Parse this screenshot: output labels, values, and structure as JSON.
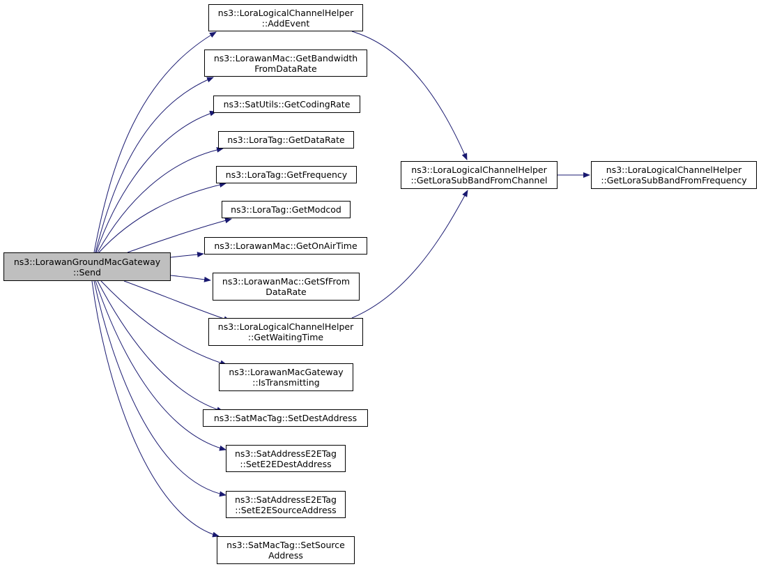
{
  "colors": {
    "edge": "#191970",
    "root_fill": "#bfbfbf",
    "node_fill": "#ffffff",
    "border": "#000000"
  },
  "nodes": [
    {
      "id": "root",
      "lines": [
        "ns3::LorawanGroundMacGateway",
        "::Send"
      ],
      "root": true
    },
    {
      "id": "add_event",
      "lines": [
        "ns3::LoraLogicalChannelHelper",
        "::AddEvent"
      ]
    },
    {
      "id": "get_bandwidth",
      "lines": [
        "ns3::LorawanMac::GetBandwidth",
        "FromDataRate"
      ]
    },
    {
      "id": "get_coding_rate",
      "lines": [
        "ns3::SatUtils::GetCodingRate"
      ]
    },
    {
      "id": "get_data_rate",
      "lines": [
        "ns3::LoraTag::GetDataRate"
      ]
    },
    {
      "id": "get_frequency",
      "lines": [
        "ns3::LoraTag::GetFrequency"
      ]
    },
    {
      "id": "get_modcod",
      "lines": [
        "ns3::LoraTag::GetModcod"
      ]
    },
    {
      "id": "get_on_air_time",
      "lines": [
        "ns3::LorawanMac::GetOnAirTime"
      ]
    },
    {
      "id": "get_sf",
      "lines": [
        "ns3::LorawanMac::GetSfFrom",
        "DataRate"
      ]
    },
    {
      "id": "get_waiting_time",
      "lines": [
        "ns3::LoraLogicalChannelHelper",
        "::GetWaitingTime"
      ]
    },
    {
      "id": "is_transmitting",
      "lines": [
        "ns3::LorawanMacGateway",
        "::IsTransmitting"
      ]
    },
    {
      "id": "set_dest_address",
      "lines": [
        "ns3::SatMacTag::SetDestAddress"
      ]
    },
    {
      "id": "set_e2e_dest",
      "lines": [
        "ns3::SatAddressE2ETag",
        "::SetE2EDestAddress"
      ]
    },
    {
      "id": "set_e2e_source",
      "lines": [
        "ns3::SatAddressE2ETag",
        "::SetE2ESourceAddress"
      ]
    },
    {
      "id": "set_source_address",
      "lines": [
        "ns3::SatMacTag::SetSource",
        "Address"
      ]
    },
    {
      "id": "get_sub_band_channel",
      "lines": [
        "ns3::LoraLogicalChannelHelper",
        "::GetLoraSubBandFromChannel"
      ]
    },
    {
      "id": "get_sub_band_frequency",
      "lines": [
        "ns3::LoraLogicalChannelHelper",
        "::GetLoraSubBandFromFrequency"
      ]
    }
  ],
  "edges": [
    [
      "root",
      "add_event"
    ],
    [
      "root",
      "get_bandwidth"
    ],
    [
      "root",
      "get_coding_rate"
    ],
    [
      "root",
      "get_data_rate"
    ],
    [
      "root",
      "get_frequency"
    ],
    [
      "root",
      "get_modcod"
    ],
    [
      "root",
      "get_on_air_time"
    ],
    [
      "root",
      "get_sf"
    ],
    [
      "root",
      "get_waiting_time"
    ],
    [
      "root",
      "is_transmitting"
    ],
    [
      "root",
      "set_dest_address"
    ],
    [
      "root",
      "set_e2e_dest"
    ],
    [
      "root",
      "set_e2e_source"
    ],
    [
      "root",
      "set_source_address"
    ],
    [
      "add_event",
      "get_sub_band_channel"
    ],
    [
      "get_waiting_time",
      "get_sub_band_channel"
    ],
    [
      "get_sub_band_channel",
      "get_sub_band_frequency"
    ]
  ]
}
